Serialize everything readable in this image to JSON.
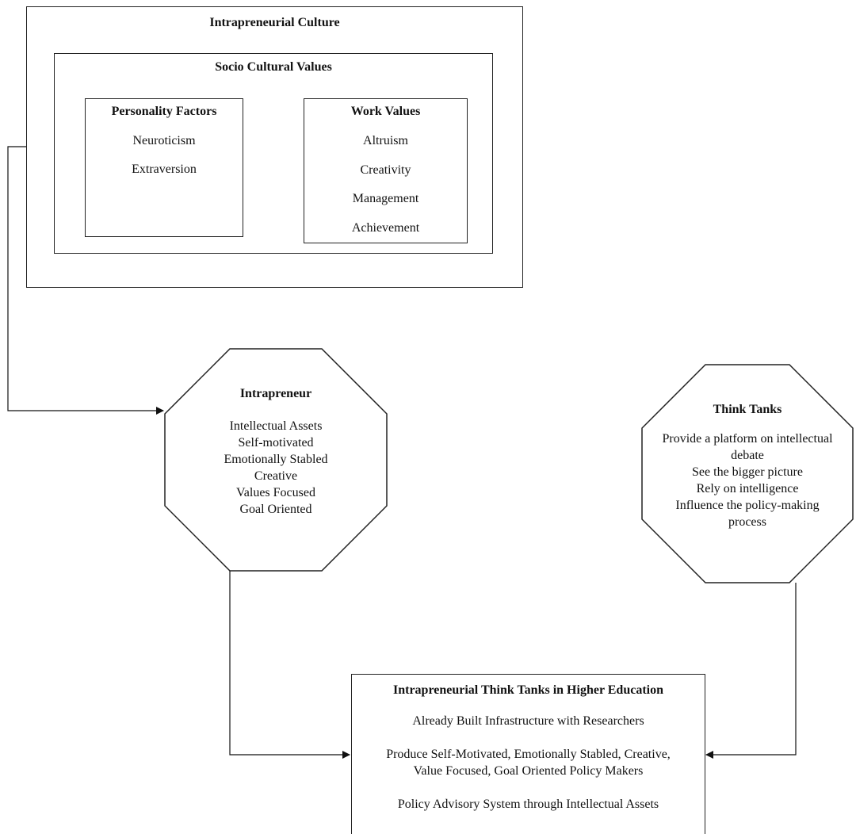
{
  "intrapreneurial_culture": {
    "title": "Intrapreneurial Culture",
    "socio_cultural": {
      "title": "Socio Cultural Values",
      "personality": {
        "title": "Personality Factors",
        "items": [
          "Neuroticism",
          "Extraversion"
        ]
      },
      "work_values": {
        "title": "Work Values",
        "items": [
          "Altruism",
          "Creativity",
          "Management",
          "Achievement"
        ]
      }
    }
  },
  "intrapreneur": {
    "title": "Intrapreneur",
    "items": [
      "Intellectual Assets",
      "Self-motivated",
      "Emotionally Stabled",
      "Creative",
      "Values Focused",
      "Goal Oriented"
    ]
  },
  "think_tanks": {
    "title": "Think Tanks",
    "items": [
      "Provide a platform on intellectual",
      "debate",
      "See the bigger picture",
      "Rely on intelligence",
      "Influence the policy-making",
      "process"
    ]
  },
  "higher_ed": {
    "title": "Intrapreneurial Think Tanks in Higher Education",
    "items": [
      "Already Built Infrastructure with Researchers",
      "Produce Self-Motivated, Emotionally Stabled, Creative,",
      "Value Focused, Goal Oriented Policy Makers",
      "Policy Advisory System through Intellectual Assets"
    ]
  }
}
